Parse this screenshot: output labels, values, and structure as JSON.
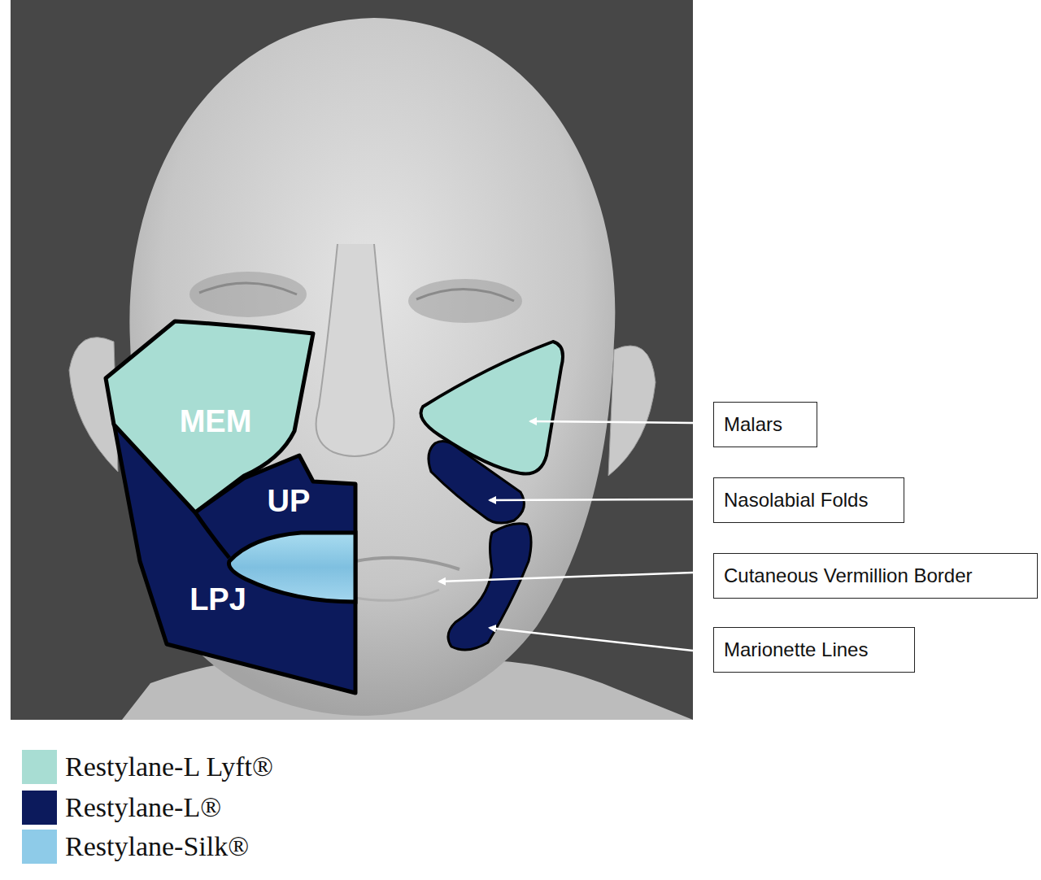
{
  "diagram": {
    "nodes": [
      {
        "text": [
          "MEM"
        ]
      },
      {
        "text": [
          "UP"
        ]
      },
      {
        "text": [
          "LPJ"
        ]
      },
      {
        "text": [
          "Malars"
        ]
      },
      {
        "text": [
          "Nasolabial Folds"
        ]
      },
      {
        "text": [
          "Cutaneous Vermillion Border"
        ]
      },
      {
        "text": [
          "Marionette Lines"
        ]
      }
    ],
    "legend": [
      {
        "text": "Restylane-L Lyft®",
        "color": "#a8ddd3"
      },
      {
        "text": "Restylane-L®",
        "color": "#0c1a5c"
      },
      {
        "text": "Restylane-Silk®",
        "color": "#8ecbe8"
      }
    ]
  }
}
